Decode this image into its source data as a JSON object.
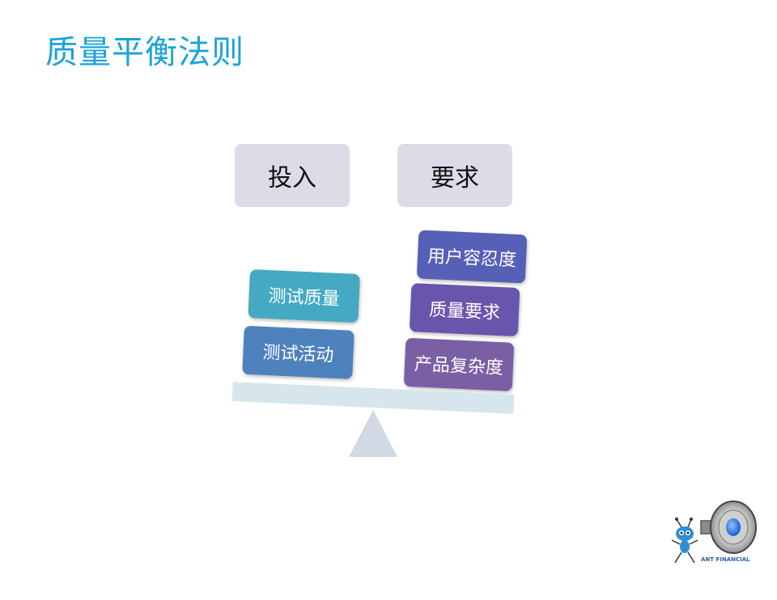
{
  "title": "质量平衡法则",
  "header": {
    "left": "投入",
    "right": "要求"
  },
  "left_blocks": [
    {
      "label": "测试质量",
      "color": "#45a9c4"
    },
    {
      "label": "测试活动",
      "color": "#4e82bd"
    }
  ],
  "right_blocks": [
    {
      "label": "用户容忍度",
      "color": "#5760b7"
    },
    {
      "label": "质量要求",
      "color": "#6a55ac"
    },
    {
      "label": "产品复杂度",
      "color": "#7b5fa4"
    }
  ],
  "colors": {
    "title": "#1aa3d9",
    "header_box": "#dcdce8",
    "beam": "#d6e6ec",
    "fulcrum": "#d2d8e4"
  },
  "logo_text": "ANT FINANCIAL",
  "icons": [
    "ant-mascot-icon",
    "speaker-icon"
  ]
}
